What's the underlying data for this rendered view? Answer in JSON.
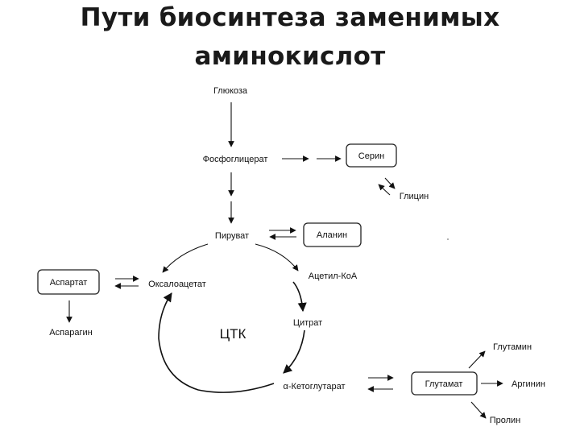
{
  "title": {
    "line1": "Пути биосинтеза заменимых",
    "line2": "аминокислот"
  },
  "nodes": {
    "glucose": "Глюкоза",
    "phosphoglycerate": "Фосфоглицерат",
    "serine": "Серин",
    "glycine": "Глицин",
    "pyruvate": "Пируват",
    "alanine": "Аланин",
    "aspartate": "Аспартат",
    "oxaloacetate": "Оксалоацетат",
    "acetyl_coa": "Ацетил-КоА",
    "asparagine": "Аспарагин",
    "tca": "ЦТК",
    "citrate": "Цитрат",
    "ketoglutarate": "α-Кетоглутарат",
    "glutamate": "Глутамат",
    "glutamine": "Глутамин",
    "arginine": "Аргинин",
    "proline": "Пролин"
  },
  "colors": {
    "ink": "#111111",
    "background": "#ffffff"
  }
}
